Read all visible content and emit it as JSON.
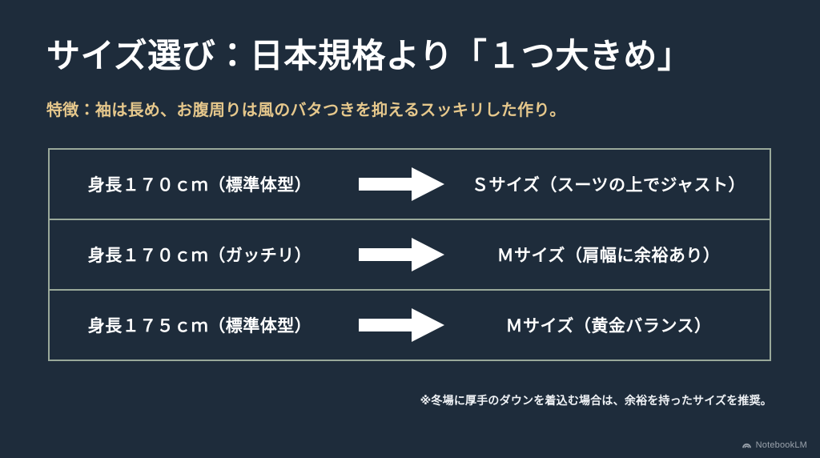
{
  "slide": {
    "background_color": "#1e2c3b",
    "title": "サイズ選び：日本規格より「１つ大きめ」",
    "subtitle": "特徴：袖は長め、お腹周りは風のバタつきを抑えるスッキリした作り。",
    "subtitle_color": "#e6c88c",
    "border_color": "#9aa99a",
    "text_color": "#ffffff",
    "footnote": "※冬場に厚手のダウンを着込む場合は、余裕を持ったサイズを推奨。"
  },
  "table": {
    "rows": [
      {
        "condition": "身長１７０ｃｍ（標準体型）",
        "arrow": "right-arrow-icon",
        "recommendation": "Ｓサイズ（スーツの上でジャスト）"
      },
      {
        "condition": "身長１７０ｃｍ（ガッチリ）",
        "arrow": "right-arrow-icon",
        "recommendation": "Ｍサイズ（肩幅に余裕あり）"
      },
      {
        "condition": "身長１７５ｃｍ（標準体型）",
        "arrow": "right-arrow-icon",
        "recommendation": "Ｍサイズ（黄金バランス）"
      }
    ]
  },
  "watermark": {
    "icon": "notebooklm-logo-icon",
    "label": "NotebookLM"
  }
}
